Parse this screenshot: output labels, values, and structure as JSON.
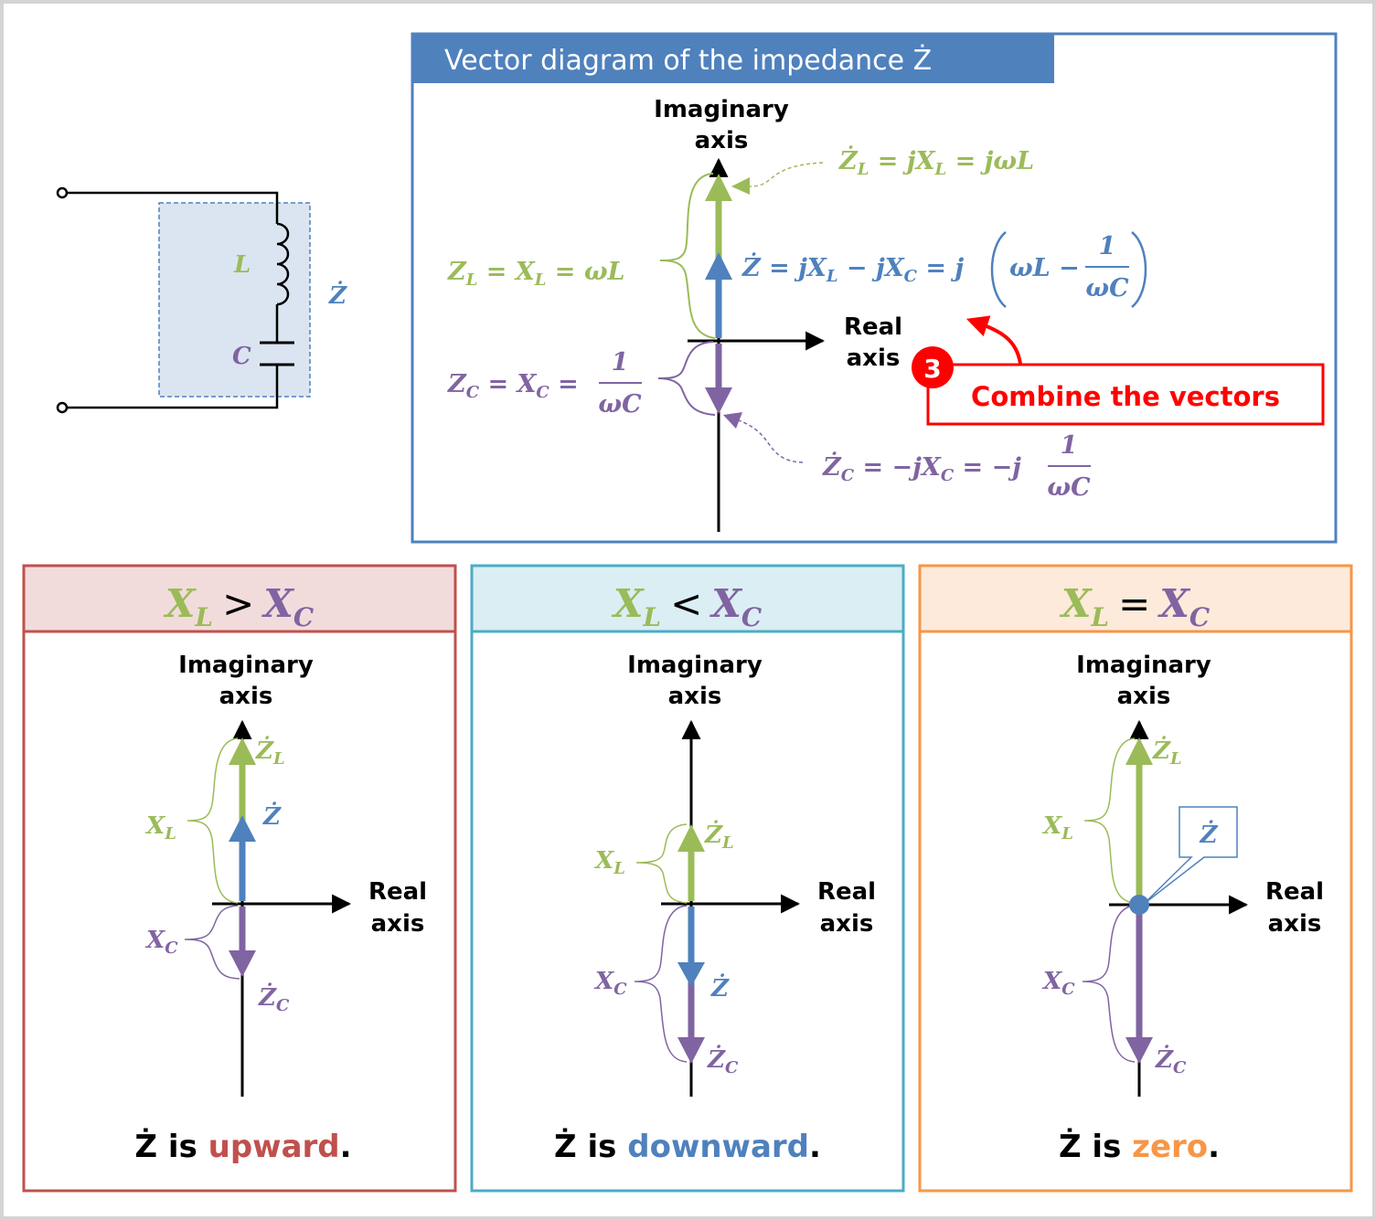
{
  "colors": {
    "green": "#9bbb59",
    "blue": "#4f81bd",
    "purple": "#8064a2",
    "red": "#ff0000",
    "panel_red_border": "#c0504d",
    "panel_red_fill": "#f2dcdb",
    "panel_cyan_border": "#4bacc6",
    "panel_cyan_fill": "#dbeef3",
    "panel_orange_border": "#f79646",
    "panel_orange_fill": "#fdeada",
    "upward_color": "#c0504d",
    "downward_color": "#4f81bd",
    "zero_color": "#f79646"
  },
  "circuit": {
    "inductor_label": "L",
    "capacitor_label": "C",
    "impedance_label": "Ż"
  },
  "main_diagram": {
    "title": "Vector diagram of the impedance  Ż",
    "imag_axis_line1": "Imaginary",
    "imag_axis_line2": "axis",
    "real_axis_line1": "Real",
    "real_axis_line2": "axis",
    "zl_eq": {
      "lhs": "Ż",
      "sub": "L",
      "rest1": " = jX",
      "sub2": "L",
      "rest2": " = jωL"
    },
    "z_eq": {
      "a": "Ż = jX",
      "s1": "L",
      "b": " − jX",
      "s2": "C",
      "c": " = j",
      "d": "ωL − ",
      "num": "1",
      "den": "ωC"
    },
    "zl_mag": {
      "a": "Z",
      "s1": "L",
      "b": " = X",
      "s2": "L",
      "c": " = ωL"
    },
    "zc_mag": {
      "a": "Z",
      "s1": "C",
      "b": " = X",
      "s2": "C",
      "c": " = ",
      "num": "1",
      "den": "ωC"
    },
    "zc_eq": {
      "a": "Ż",
      "s1": "C",
      "b": " = −jX",
      "s2": "C",
      "c": " = −j",
      "num": "1",
      "den": "ωC"
    },
    "step_number": "3",
    "step_label": "Combine the vectors"
  },
  "panels": [
    {
      "id": "xl-gt-xc",
      "header": {
        "lhs": "X",
        "lsub": "L",
        "op": ">",
        "rhs": "X",
        "rsub": "C"
      },
      "imag_axis_line1": "Imaginary",
      "imag_axis_line2": "axis",
      "real_axis_line1": "Real",
      "real_axis_line2": "axis",
      "xl_label": "X",
      "xl_sub": "L",
      "xc_label": "X",
      "xc_sub": "C",
      "zl_label": "Ż",
      "zl_sub": "L",
      "zc_label": "Ż",
      "zc_sub": "C",
      "z_label": "Ż",
      "result_prefix": "Ż is ",
      "result_word": "upward",
      "result_suffix": "."
    },
    {
      "id": "xl-lt-xc",
      "header": {
        "lhs": "X",
        "lsub": "L",
        "op": "<",
        "rhs": "X",
        "rsub": "C"
      },
      "imag_axis_line1": "Imaginary",
      "imag_axis_line2": "axis",
      "real_axis_line1": "Real",
      "real_axis_line2": "axis",
      "xl_label": "X",
      "xl_sub": "L",
      "xc_label": "X",
      "xc_sub": "C",
      "zl_label": "Ż",
      "zl_sub": "L",
      "zc_label": "Ż",
      "zc_sub": "C",
      "z_label": "Ż",
      "result_prefix": "Ż is ",
      "result_word": "downward",
      "result_suffix": "."
    },
    {
      "id": "xl-eq-xc",
      "header": {
        "lhs": "X",
        "lsub": "L",
        "op": "=",
        "rhs": "X",
        "rsub": "C"
      },
      "imag_axis_line1": "Imaginary",
      "imag_axis_line2": "axis",
      "real_axis_line1": "Real",
      "real_axis_line2": "axis",
      "xl_label": "X",
      "xl_sub": "L",
      "xc_label": "X",
      "xc_sub": "C",
      "zl_label": "Ż",
      "zl_sub": "L",
      "zc_label": "Ż",
      "zc_sub": "C",
      "z_label": "Ż",
      "result_prefix": "Ż is ",
      "result_word": "zero",
      "result_suffix": "."
    }
  ]
}
